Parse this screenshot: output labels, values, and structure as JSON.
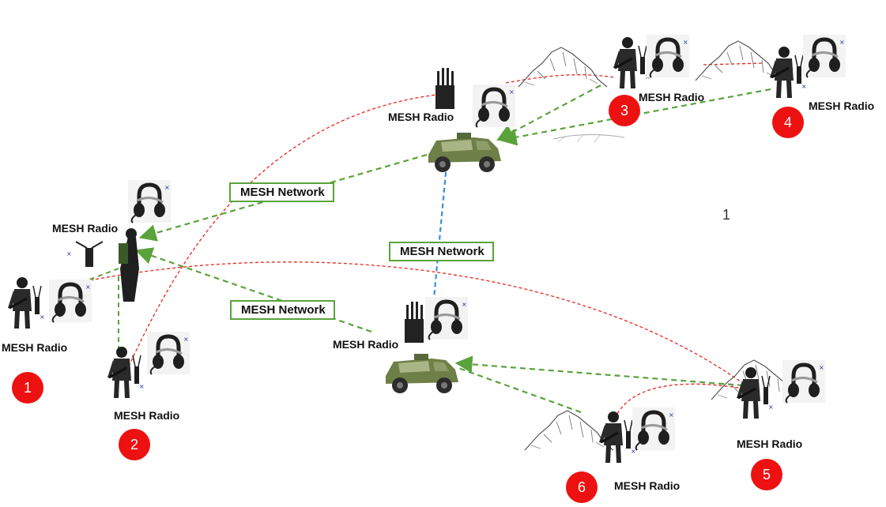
{
  "labels": {
    "radio": "MESH Radio",
    "network": "MESH Network",
    "stray": "1"
  },
  "badges": [
    "1",
    "2",
    "3",
    "4",
    "5",
    "6"
  ],
  "colors": {
    "mesh_link": "#5aa33c",
    "red_link": "#e8261d",
    "blue_link": "#3a8fd6",
    "badge": "#ee1111"
  }
}
